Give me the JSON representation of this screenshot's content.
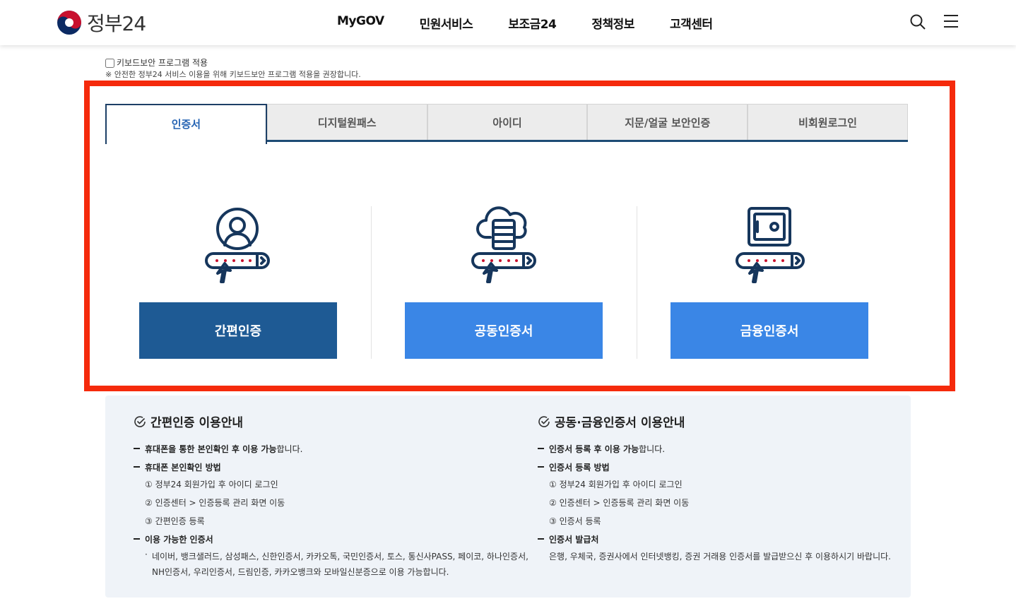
{
  "header": {
    "logo_text": "정부24",
    "nav": [
      "MyGOV",
      "민원서비스",
      "보조금24",
      "정책정보",
      "고객센터"
    ]
  },
  "keyboard": {
    "checkbox_label": "키보드보안 프로그램 적용",
    "checked": false,
    "note": "※ 안전한 정부24 서비스 이용을 위해 키보드보안 프로그램 적용을 권장합니다."
  },
  "tabs": [
    {
      "label": "인증서",
      "active": true
    },
    {
      "label": "디지털원패스"
    },
    {
      "label": "아이디"
    },
    {
      "label": "지문/얼굴 보안인증"
    },
    {
      "label": "비회원로그인"
    }
  ],
  "methods": [
    {
      "label": "간편인증",
      "color": "#1e5a94",
      "icon": "user-password-icon"
    },
    {
      "label": "공동인증서",
      "color": "#3a86e6",
      "icon": "cloud-server-password-icon"
    },
    {
      "label": "금융인증서",
      "color": "#3a86e6",
      "icon": "safe-password-icon"
    }
  ],
  "info": {
    "simple": {
      "title": "간편인증 이용안내",
      "items": [
        {
          "bold": "휴대폰을 통한 본인확인 후 이용 가능",
          "normal": "합니다."
        },
        {
          "bold": "휴대폰 본인확인 방법",
          "subs": [
            "① 정부24 회원가입 후 아이디 로그인",
            "② 인증센터 > 인증등록 관리 화면 이동",
            "③ 간편인증 등록"
          ]
        },
        {
          "bold": "이용 가능한 인증서",
          "bullet": "네이버, 뱅크샐러드, 삼성패스, 신한인증서, 카카오톡, 국민인증서, 토스, 통신사PASS, 페이코, 하나인증서, NH인증서, 우리인증서, 드림인증, 카카오뱅크와 모바일신분증으로 이용 가능합니다."
        }
      ]
    },
    "cert": {
      "title": "공동·금융인증서 이용안내",
      "items": [
        {
          "bold": "인증서 등록 후 이용 가능",
          "normal": "합니다."
        },
        {
          "bold": "인증서 등록 방법",
          "subs": [
            "① 정부24 회원가입 후 아이디 로그인",
            "② 인증센터 > 인증등록 관리 화면 이동",
            "③ 인증서 등록"
          ]
        },
        {
          "bold": "인증서 발급처",
          "text": "은행, 우체국, 증권사에서 인터넷뱅킹, 증권 거래용 인증서를 발급받으신 후 이용하시기 바랍니다."
        }
      ]
    }
  },
  "colors": {
    "highlight": "#f52a0c",
    "navy": "#1d3f66",
    "accent": "#2463b3"
  }
}
